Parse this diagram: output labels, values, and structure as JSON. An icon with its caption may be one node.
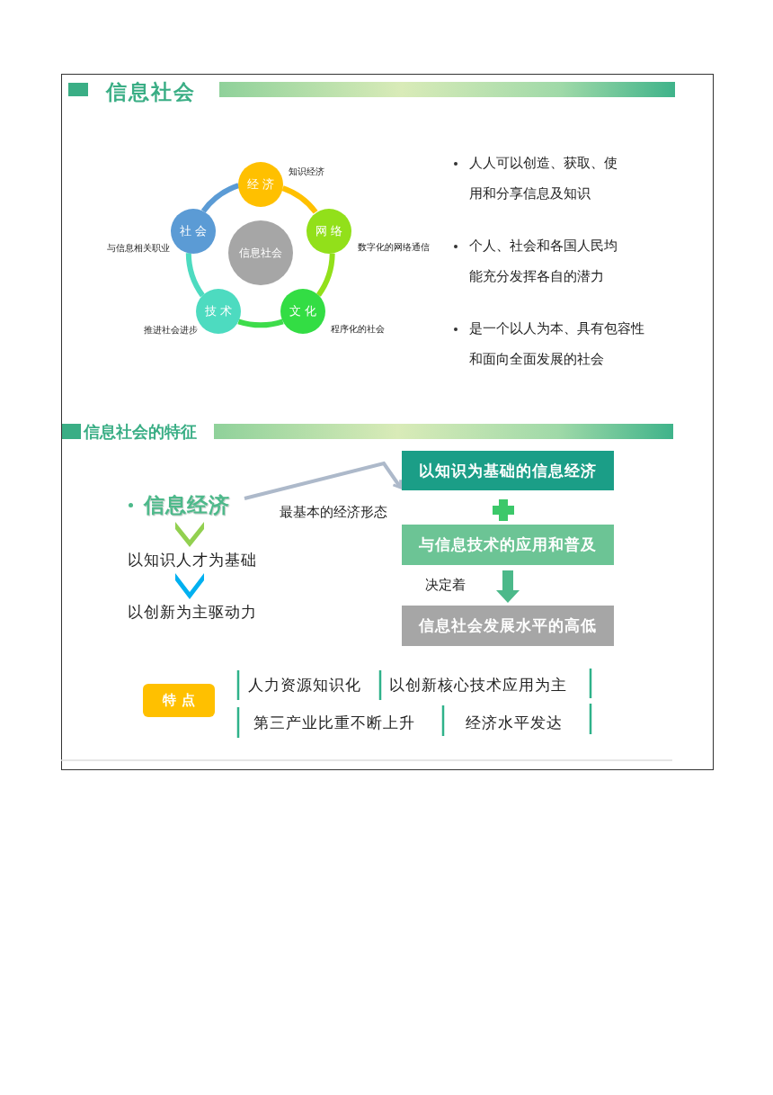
{
  "diagram": {
    "title": "信息社会",
    "nodes": [
      {
        "text": [
          "信息社会"
        ]
      },
      {
        "text": [
          "经济"
        ],
        "beside": [
          "知识经济"
        ]
      },
      {
        "text": [
          "网络"
        ],
        "beside": [
          "数字化的网络通信"
        ]
      },
      {
        "text": [
          "文化"
        ],
        "beside": [
          "程序化的社会"
        ]
      },
      {
        "text": [
          "技术"
        ],
        "beside": [
          "推进社会进步"
        ]
      },
      {
        "text": [
          "社会"
        ],
        "beside": [
          "与信息相关职业"
        ]
      },
      {
        "text": [
          "信息经济"
        ]
      },
      {
        "text": [
          "以知识人才为基础"
        ]
      },
      {
        "text": [
          "以创新为主驱动力"
        ]
      },
      {
        "text": [
          "以知识为基础的信息经济"
        ]
      },
      {
        "text": [
          "与信息技术的应用和普及"
        ]
      },
      {
        "text": [
          "信息社会发展水平的高低"
        ]
      },
      {
        "text": [
          "特点"
        ]
      }
    ],
    "edges": [
      {
        "from": 5,
        "to": 1,
        "arrow": "none",
        "color": "#5b9bd5"
      },
      {
        "from": 1,
        "to": 2,
        "arrow": "none",
        "color": "#ffc000"
      },
      {
        "from": 2,
        "to": 3,
        "arrow": "none",
        "color": "#92e01a"
      },
      {
        "from": 3,
        "to": 4,
        "arrow": "none",
        "color": "#3ddc4a"
      },
      {
        "from": 4,
        "to": 5,
        "arrow": "none",
        "color": "#4ddbc0"
      },
      {
        "from": 6,
        "to": 9,
        "arrow": "to",
        "label": "最基本的经济形态",
        "color": "#adb9ca"
      },
      {
        "from": 6,
        "to": 7,
        "arrow": "to",
        "color": "#92d050"
      },
      {
        "from": 7,
        "to": 8,
        "arrow": "to",
        "color": "#00b0f0"
      },
      {
        "from": 10,
        "to": 11,
        "arrow": "to",
        "label": "决定着",
        "color": "#4cb98a"
      }
    ],
    "labels": [
      "信息社会的特征",
      "人人可以创造、获取、使用和分享信息及知识",
      "个人、社会和各国人民均能充分发挥各自的潜力",
      "是一个以人为本、具有包容性和面向全面发展的社会",
      "人力资源知识化",
      "以创新核心技术应用为主",
      "第三产业比重不断上升",
      "经济水平发达"
    ]
  }
}
